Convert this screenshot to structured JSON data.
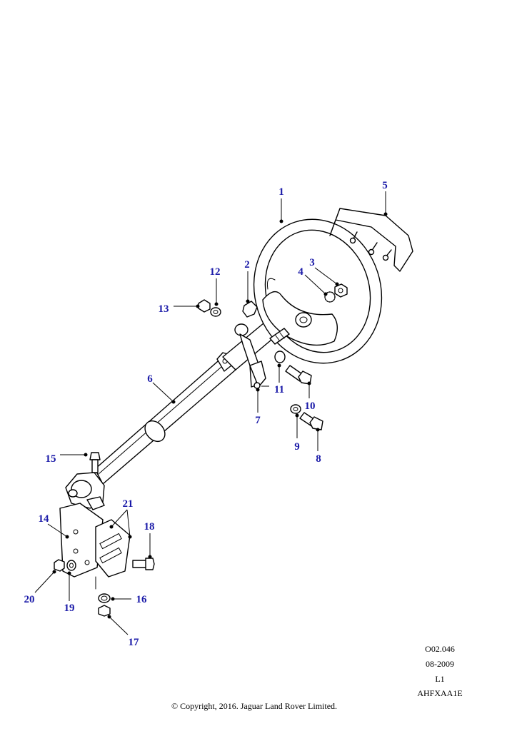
{
  "callouts": [
    "1",
    "2",
    "3",
    "4",
    "5",
    "6",
    "7",
    "8",
    "9",
    "10",
    "11",
    "12",
    "13",
    "14",
    "15",
    "16",
    "17",
    "18",
    "19",
    "20",
    "21"
  ],
  "meta": {
    "ref": "O02.046",
    "date": "08-2009",
    "level": "L1",
    "code": "AHFXAA1E"
  },
  "copyright": "© Copyright, 2016. Jaguar Land Rover Limited.",
  "colors": {
    "callout": "#1a1aa8",
    "line": "#000000"
  }
}
